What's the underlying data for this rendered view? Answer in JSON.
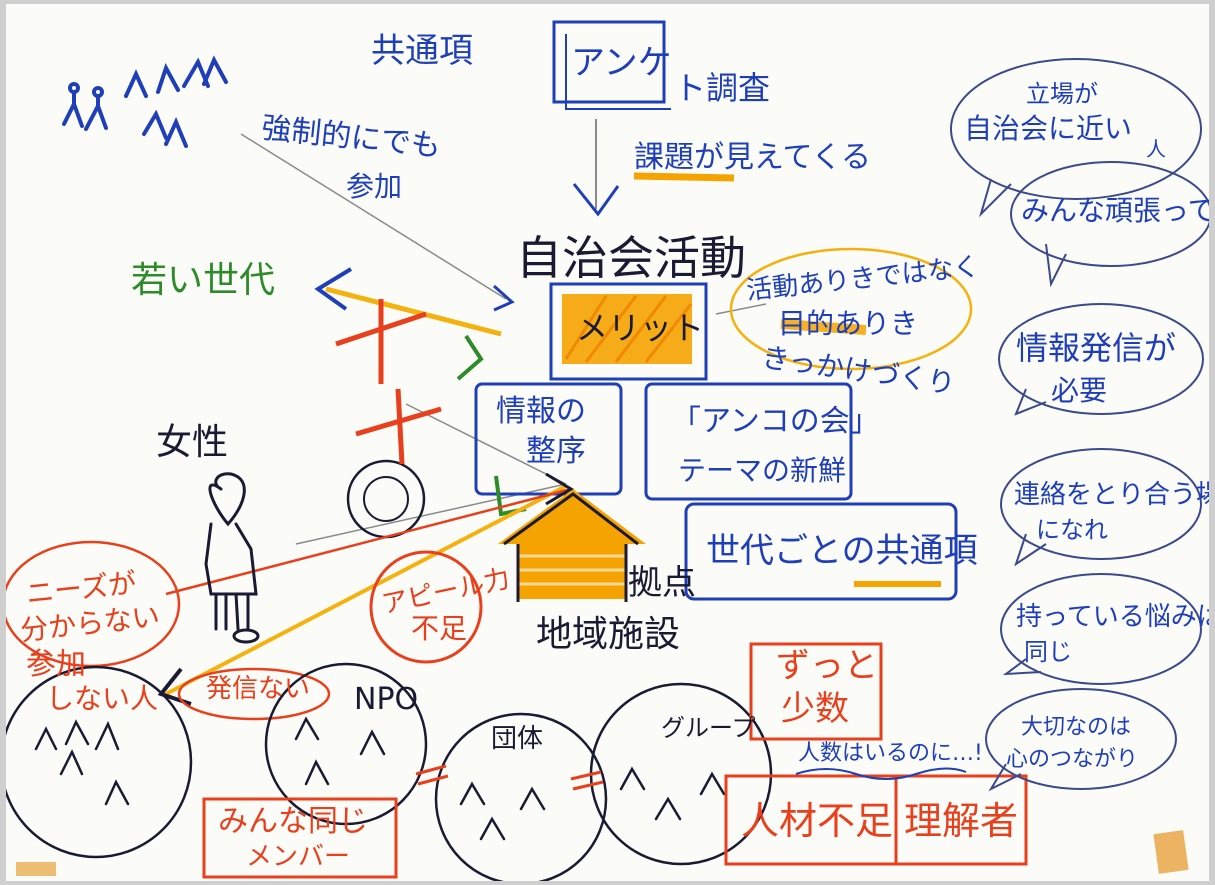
{
  "board": {
    "top": {
      "common_points": "共通項",
      "compulsory": "強制的にでも",
      "participation": "参加",
      "questionnaire_tag": "アンケ",
      "questionnaire_rest": "ト調査",
      "issues_visible": "課題が見えてくる"
    },
    "center": {
      "title": "自治会活動",
      "merit": "メリット",
      "info_organize_1": "情報の",
      "info_organize_2": "整序",
      "ankon_1": "「アンコの会」",
      "ankon_2": "テーマの新鮮",
      "generation_common": "世代ごとの共通項",
      "purpose_note_1": "活動ありきではなく",
      "purpose_note_2": "目的ありき",
      "motivation": "きっかけづくり",
      "base": "拠点",
      "facility": "地域施設"
    },
    "left": {
      "young_generation": "若い世代",
      "women": "女性",
      "needs_1": "ニーズが",
      "needs_2": "分からない",
      "non_participants_1": "参加",
      "non_participants_2": "しない人",
      "appeal_1": "アピール力",
      "appeal_2": "不足",
      "no_broadcast": "発信ない"
    },
    "bottom": {
      "npo": "NPO",
      "same_members_1": "みんな同じ",
      "same_members_2": "メンバー",
      "organization": "団体",
      "group": "グループ",
      "always_few_1": "ずっと",
      "always_few_2": "少数",
      "many_people": "人数はいるのに…!",
      "talent_shortage": "人材不足",
      "supporters": "理解者"
    },
    "right": {
      "bubble1_1": "立場が",
      "bubble1_2": "自治会に近い",
      "bubble1_3": "人",
      "bubble2": "みんな頑張って",
      "bubble3_1": "情報発信が",
      "bubble3_2": "必要",
      "bubble4_1": "連絡をとり合う場",
      "bubble4_2": "になれ",
      "bubble5_1": "持っている悩みは",
      "bubble5_2": "同じ",
      "bubble6_1": "大切なのは",
      "bubble6_2": "心のつながり"
    }
  },
  "colors": {
    "paper": "#fbfbf8",
    "blue": "#1f3fb8",
    "red": "#e8401c",
    "orange": "#f5a300",
    "green": "#2e8b2a",
    "ink": "#1a1a33",
    "gray": "#8a8a8a"
  }
}
